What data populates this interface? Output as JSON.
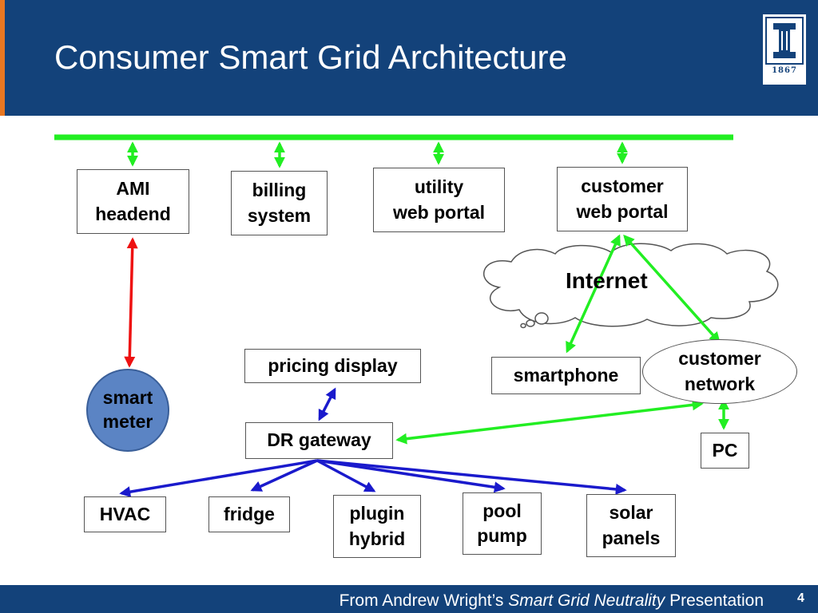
{
  "slide": {
    "title": "Consumer Smart Grid Architecture",
    "logo_year": "1867",
    "page_number": "4"
  },
  "footer": {
    "prefix": "From Andrew Wright’s ",
    "italic": "Smart Grid Neutrality",
    "suffix": " Presentation"
  },
  "nodes": {
    "ami_headend": "AMI\nheadend",
    "billing_system": "billing\nsystem",
    "utility_web_portal": "utility\nweb portal",
    "customer_web_portal": "customer\nweb portal",
    "internet": "Internet",
    "smart_meter": "smart\nmeter",
    "pricing_display": "pricing display",
    "smartphone": "smartphone",
    "customer_network": "customer\nnetwork",
    "dr_gateway": "DR gateway",
    "pc": "PC",
    "hvac": "HVAC",
    "fridge": "fridge",
    "plugin_hybrid": "plugin\nhybrid",
    "pool_pump": "pool\npump",
    "solar_panels": "solar\npanels"
  },
  "colors": {
    "header": "#13427a",
    "accent": "#e87722",
    "bus_green": "#22ee22",
    "link_red": "#ee1111",
    "link_blue": "#1a1acc",
    "meter_fill": "#5b84c4"
  }
}
